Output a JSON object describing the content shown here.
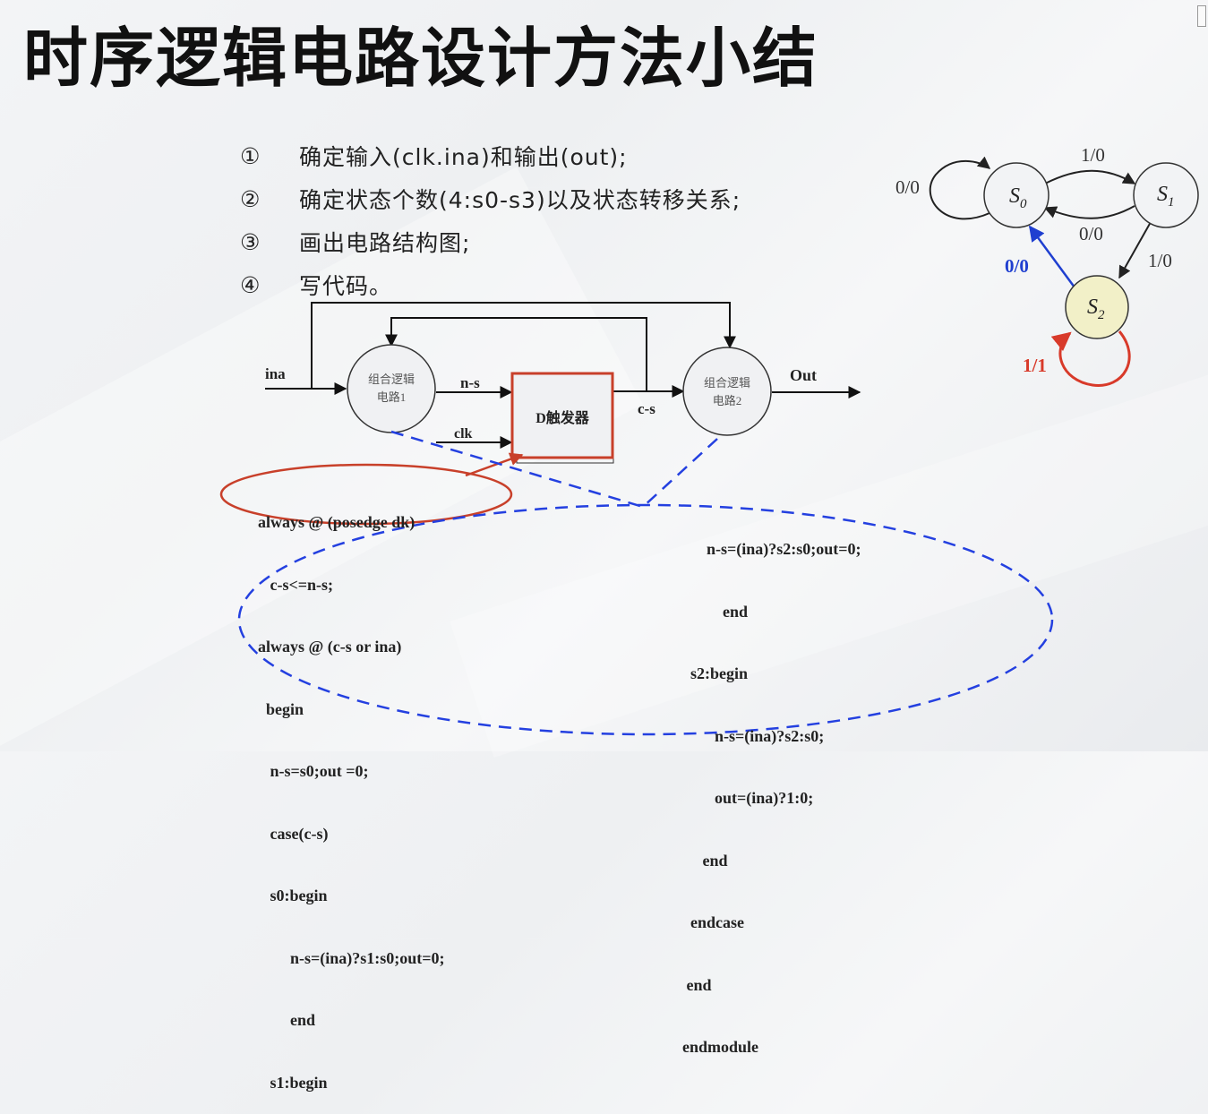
{
  "slide": {
    "title": "时序逻辑电路设计方法小结",
    "steps": [
      {
        "num": "①",
        "text": "确定输入(clk.ina)和输出(out);"
      },
      {
        "num": "②",
        "text": "确定状态个数(4:s0-s3)以及状态转移关系;"
      },
      {
        "num": "③",
        "text": "画出电路结构图;"
      },
      {
        "num": "④",
        "text": "写代码。"
      }
    ]
  },
  "state_diagram": {
    "states": [
      "S0",
      "S1",
      "S2"
    ],
    "s0_self": "0/0",
    "s0_to_s1": "1/0",
    "s1_to_s0": "0/0",
    "s1_to_s2": "1/0",
    "s2_to_s0": "0/0",
    "s2_self": "1/1",
    "colors": {
      "s2_fill": "#f2f0c8",
      "blue_arrow": "#1f3fd0",
      "red_arrow": "#d83a2a"
    }
  },
  "circuit": {
    "input": "ina",
    "output": "Out",
    "comb1": [
      "组合逻辑",
      "电路1"
    ],
    "comb2": [
      "组合逻辑",
      "电路2"
    ],
    "dff": "D触发器",
    "ns": "n-s",
    "cs": "c-s",
    "clk": "clk",
    "colors": {
      "highlight": "#c8402a",
      "dashed": "#2440e0"
    }
  },
  "code": {
    "left": [
      "always @ (posedge dk)",
      "   c-s<=n-s;",
      "always @ (c-s or ina)",
      "  begin",
      "   n-s=s0;out =0;",
      "   case(c-s)",
      "   s0:begin",
      "        n-s=(ina)?s1:s0;out=0;",
      "        end",
      "   s1:begin"
    ],
    "right": [
      "      n-s=(ina)?s2:s0;out=0;",
      "          end",
      "  s2:begin",
      "        n-s=(ina)?s2:s0;",
      "        out=(ina)?1:0;",
      "     end",
      "  endcase",
      " end",
      "endmodule"
    ]
  }
}
